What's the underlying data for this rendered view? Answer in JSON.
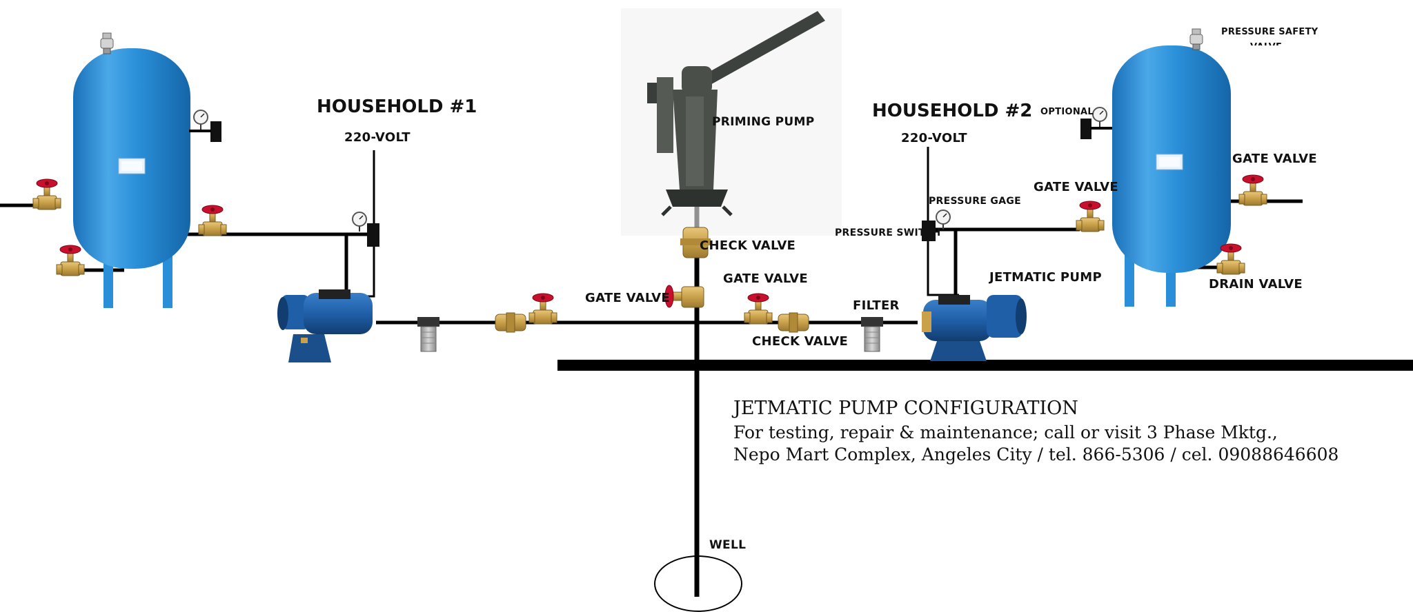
{
  "labels": {
    "household_1": "HOUSEHOLD #1",
    "household_1_volt": "220-VOLT",
    "household_2": "HOUSEHOLD #2",
    "household_2_volt": "220-VOLT",
    "priming_pump": "PRIMING PUMP",
    "check_valve_upper": "CHECK VALVE",
    "check_valve_lower": "CHECK VALVE",
    "gate_valve_center_left": "GATE VALVE",
    "gate_valve_center_right": "GATE VALVE",
    "gate_valve_right_tank_left": "GATE VALVE",
    "gate_valve_right_tank_right": "GATE VALVE",
    "filter": "FILTER",
    "pressure_switch": "PRESSURE SWITCH",
    "pressure_gage": "PRESSURE GAGE",
    "jetmatic_pump": "JETMATIC PUMP",
    "optional": "OPTIONAL",
    "pressure_safety_valve": "PRESSURE SAFETY",
    "pressure_safety_valve_cut": "VALVE",
    "drain_valve": "DRAIN VALVE",
    "well": "WELL"
  },
  "caption": {
    "title": "JETMATIC  PUMP CONFIGURATION",
    "line1": "For testing, repair & maintenance; call or visit 3 Phase Mktg.,",
    "line2": "Nepo Mart Complex, Angeles City / tel. 866-5306 / cel. 09088646608"
  },
  "colors": {
    "pipe": "#000000",
    "tank_blue": "#2a8fd8",
    "tank_light": "#7cc4f2",
    "pump_blue": "#1f5fa8",
    "valve_red": "#c8102e",
    "brass": "#c9a04a",
    "priming_pump_gray": "#4a4f4a"
  },
  "icons": {
    "tank": "pressure-tank-icon",
    "pump": "jet-pump-icon",
    "gate_valve": "gate-valve-icon",
    "check_valve": "check-valve-icon",
    "filter": "filter-icon",
    "gauge": "pressure-gauge-icon",
    "switch": "pressure-switch-icon",
    "hand_pump": "hand-pump-icon"
  }
}
